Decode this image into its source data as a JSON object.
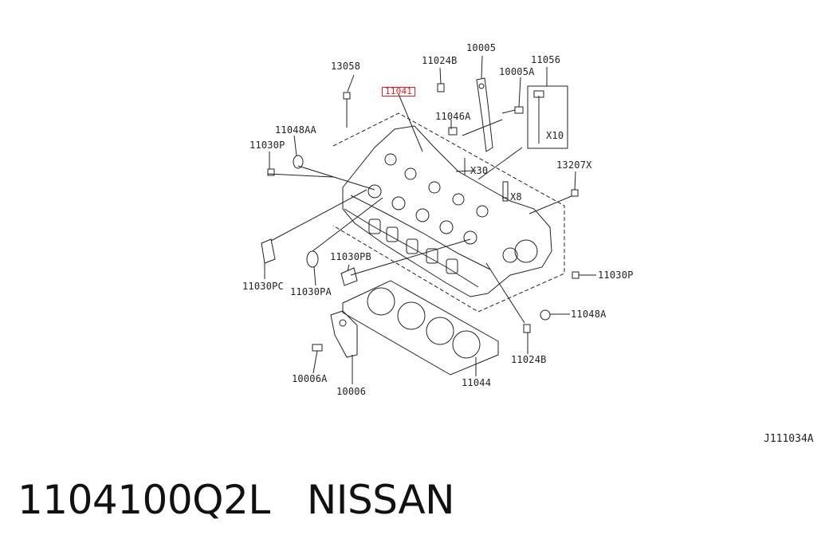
{
  "labels": {
    "l13058": "13058",
    "l11024B_top": "11024B",
    "l10005": "10005",
    "l10005A": "10005A",
    "l11056": "11056",
    "l11041": "11041",
    "l11046A": "11046A",
    "l11048AA": "11048AA",
    "l11030P_left": "11030P",
    "lX30": "X30",
    "lX10": "X10",
    "lX8": "X8",
    "l13207X": "13207X",
    "l11030PB": "11030PB",
    "l11030PC": "11030PC",
    "l11030PA": "11030PA",
    "l11030P_right": "11030P",
    "l11048A": "11048A",
    "l11024B_bottom": "11024B",
    "l10006A": "10006A",
    "l10006": "10006",
    "l11044": "11044"
  },
  "diagram_id": "J111034A",
  "caption": "1104100Q2L   NISSAN",
  "colors": {
    "highlight": "#e02020",
    "line": "#222222"
  }
}
